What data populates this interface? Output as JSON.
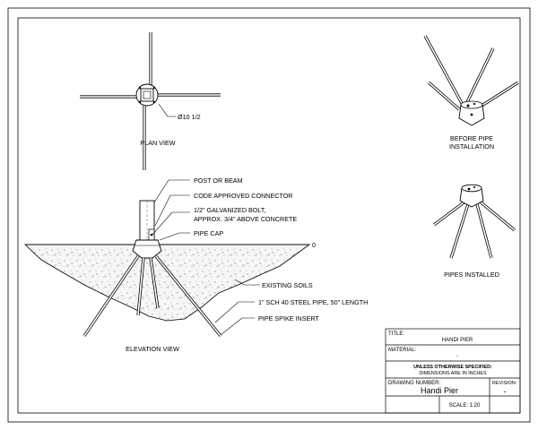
{
  "views": {
    "plan": {
      "title": "PLAN VIEW",
      "dimension": "Ø10 1/2"
    },
    "elevation": {
      "title": "ELEVATION VIEW",
      "grade_mark": "0",
      "callouts": [
        "POST OR BEAM",
        "CODE APPROVED CONNECTOR",
        "1/2\" GALVANIZED BOLT,",
        "APPROX. 3/4\" ABOVE CONCRETE",
        "PIPE CAP",
        "EXISTING SOILS",
        "1\" SCH 40 STEEL PIPE, 50\" LENGTH",
        "PIPE SPIKE INSERT"
      ]
    },
    "before": {
      "title_line1": "BEFORE PIPE",
      "title_line2": "INSTALLATION"
    },
    "installed": {
      "title": "PIPES INSTALLED"
    }
  },
  "title_block": {
    "title_label": "TITLE:",
    "title_value": "HANDI PIER",
    "material_label": "MATERIAL:",
    "material_value": "-",
    "unless_line1": "UNLESS OTHERWISE SPECIFIED:",
    "unless_line2": "DIMENSIONS ARE IN INCHES",
    "drawing_number_label": "DRAWING NUMBER:",
    "drawing_number_value": "Handi Pier",
    "revision_label": "REVISION:",
    "revision_value": "-",
    "scale": "SCALE: 1:20"
  }
}
